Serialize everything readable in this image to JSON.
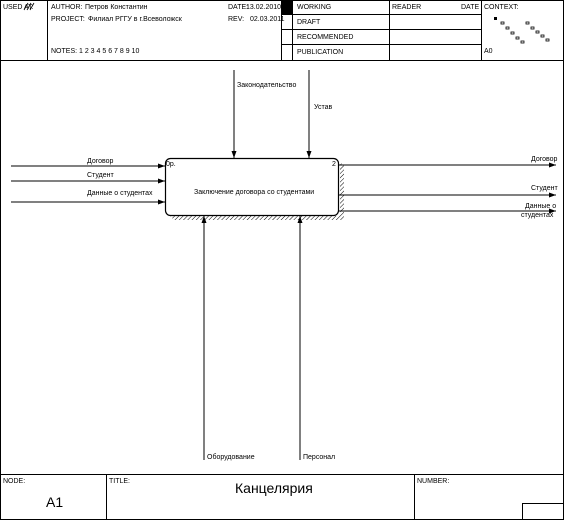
{
  "header": {
    "used_label": "USED AT:",
    "author_label": "AUTHOR:",
    "author": "Петров Константин",
    "project_label": "PROJECT:",
    "project": "Филиал РГГУ в г.Всеволожск",
    "date_label": "DATE:",
    "date": "13.02.2010",
    "rev_label": "REV:",
    "rev": "02.03.2011",
    "notes": "NOTES:  1  2  3  4  5  6  7  8  9  10",
    "status": [
      "WORKING",
      "DRAFT",
      "RECOMMENDED",
      "PUBLICATION"
    ],
    "reader_label": "READER",
    "reader_date_label": "DATE",
    "context_label": "CONTEXT:",
    "context_node": "A0"
  },
  "diagram": {
    "activity": {
      "name": "Заключение договора со студентами",
      "cost": "0р.",
      "number": "2"
    },
    "inputs": [
      "Договор",
      "Студент",
      "Данные о студентах"
    ],
    "controls": [
      "Законодательство",
      "Устав"
    ],
    "outputs": [
      "Договор",
      "Студент",
      "Данные о студентах"
    ],
    "output_3_lines": [
      "Данные о",
      "студентах"
    ],
    "mechanisms": [
      "Оборудование",
      "Персонал"
    ]
  },
  "footer": {
    "node_label": "NODE:",
    "node": "A1",
    "title_label": "TITLE:",
    "title": "Канцелярия",
    "number_label": "NUMBER:"
  }
}
